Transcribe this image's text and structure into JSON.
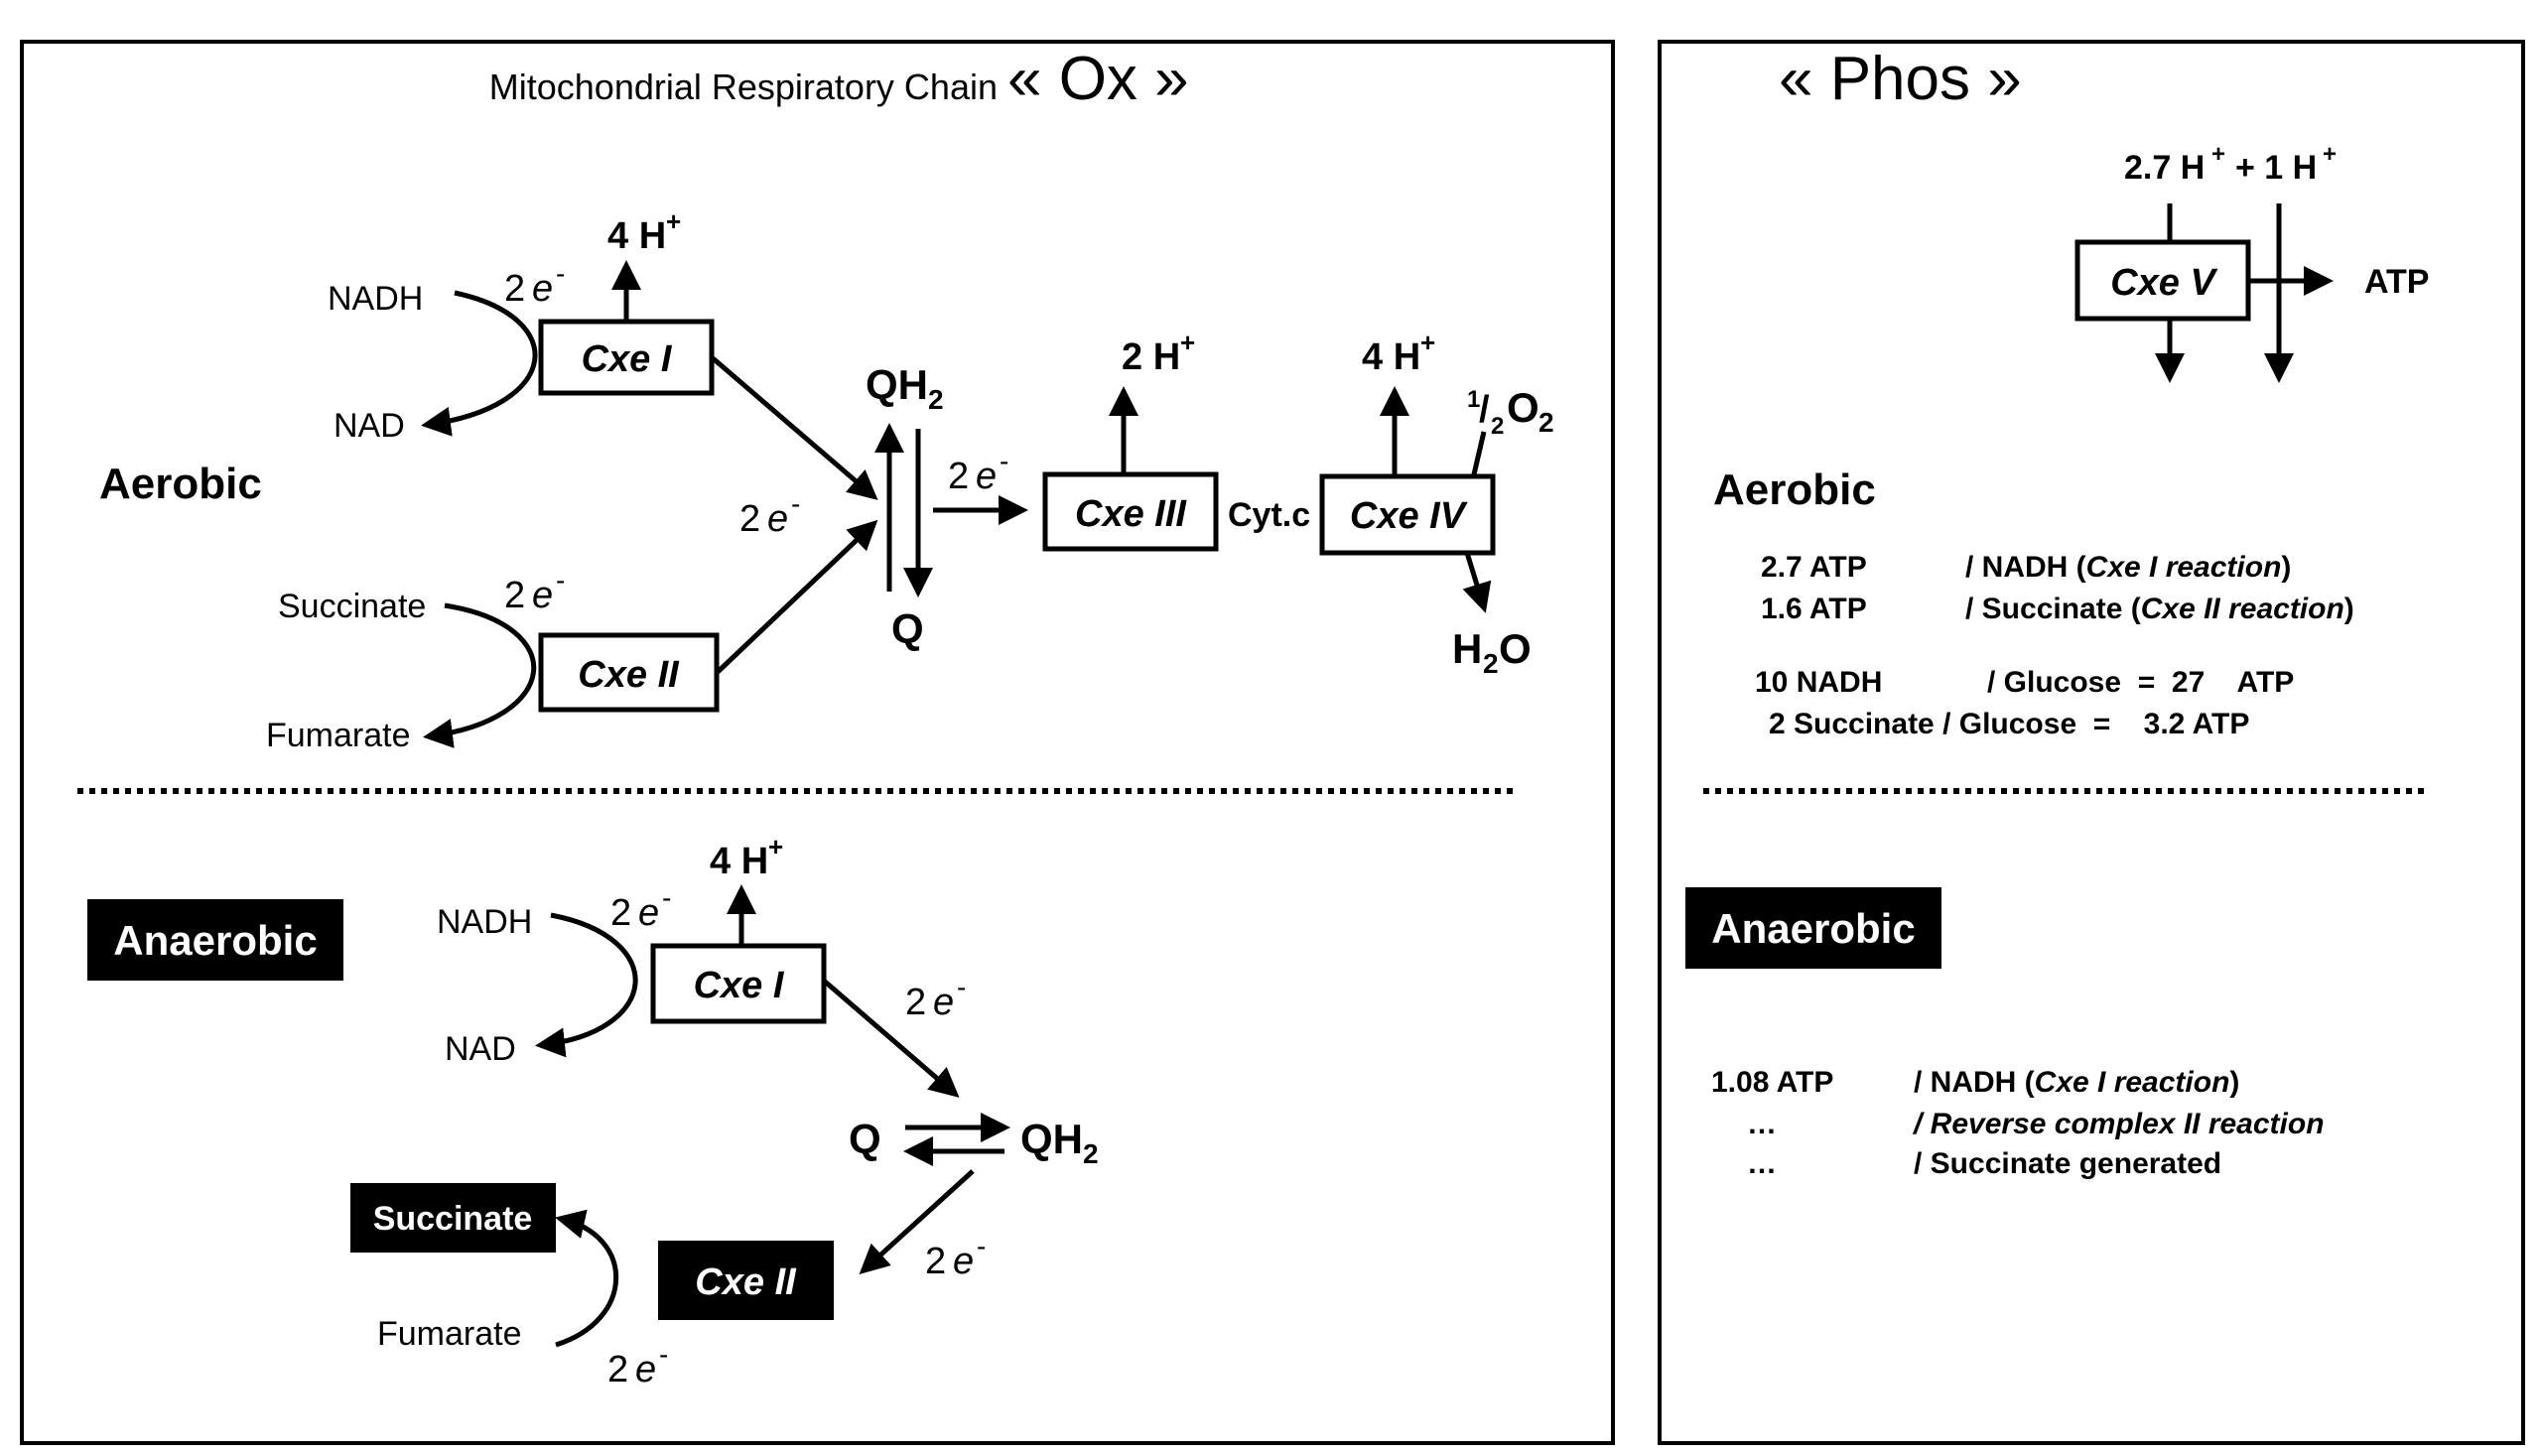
{
  "ox_panel": {
    "title_small": "Mitochondrial Respiratory Chain",
    "title_large": "« Ox »",
    "aerobic": {
      "label": "Aerobic",
      "nadh": "NADH",
      "nad": "NAD",
      "succinate": "Succinate",
      "fumarate": "Fumarate",
      "cxe1": "Cxe I",
      "cxe2": "Cxe II",
      "cxe3": "Cxe III",
      "cxe4": "Cxe IV",
      "cytc": "Cyt.c",
      "qh2_base": "QH",
      "qh2_sub": "2",
      "q": "Q",
      "h2o_a": "H",
      "h2o_sub": "2",
      "h2o_b": "O",
      "half_o2_num": "1",
      "half_o2_slash": "/",
      "half_o2_den": "2",
      "half_o2_o": "O",
      "half_o2_sub": "2",
      "e_coef": "2",
      "e_sym": "e",
      "e_sup": "-",
      "h_4": "4 H",
      "h_2": "2 H",
      "h_sup": "+"
    },
    "anaerobic": {
      "label": "Anaerobic",
      "nadh": "NADH",
      "nad": "NAD",
      "succinate": "Succinate",
      "fumarate": "Fumarate",
      "cxe1": "Cxe I",
      "cxe2": "Cxe II",
      "q": "Q",
      "qh2_base": "QH",
      "qh2_sub": "2",
      "h_4": "4 H",
      "h_sup": "+"
    }
  },
  "phos_panel": {
    "title": "« Phos »",
    "h_left": "2.7 H",
    "h_right": "+ 1 H",
    "h_sup": "+",
    "cxe5": "Cxe V",
    "atp": "ATP",
    "aerobic": {
      "label": "Aerobic",
      "row1_val": "2.7 ATP",
      "row1_pre": "/ NADH (",
      "row1_it": "Cxe I reaction",
      "row1_post": ")",
      "row2_val": "1.6 ATP",
      "row2_pre": "/ Succinate (",
      "row2_it": "Cxe II reaction",
      "row2_post": ")",
      "row3_val": "10 NADH",
      "row3_rest": "/ Glucose  =  27    ATP",
      "row4": "2 Succinate / Glucose  =    3.2 ATP"
    },
    "anaerobic": {
      "label": "Anaerobic",
      "row1_val": "1.08 ATP",
      "row1_pre": "/ NADH (",
      "row1_it": "Cxe I reaction",
      "row1_post": ")",
      "row2_val": "…",
      "row2_text": "/ Reverse complex II reaction",
      "row3_val": "…",
      "row3_text": "/ Succinate generated"
    }
  }
}
